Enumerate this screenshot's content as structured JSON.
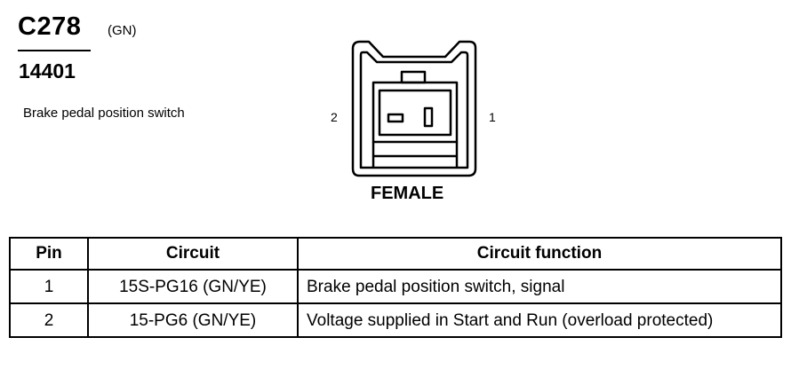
{
  "connector": {
    "id": "C278",
    "color_code": "(GN)",
    "part_number": "14401",
    "component_name": "Brake pedal position switch",
    "pin_left_label": "2",
    "pin_right_label": "1",
    "gender": "FEMALE"
  },
  "table": {
    "headers": {
      "pin": "Pin",
      "circuit": "Circuit",
      "function": "Circuit function"
    },
    "rows": [
      {
        "pin": "1",
        "circuit": "15S-PG16 (GN/YE)",
        "function": "Brake pedal position switch, signal"
      },
      {
        "pin": "2",
        "circuit": "15-PG6 (GN/YE)",
        "function": "Voltage supplied in Start and Run (overload protected)"
      }
    ]
  }
}
